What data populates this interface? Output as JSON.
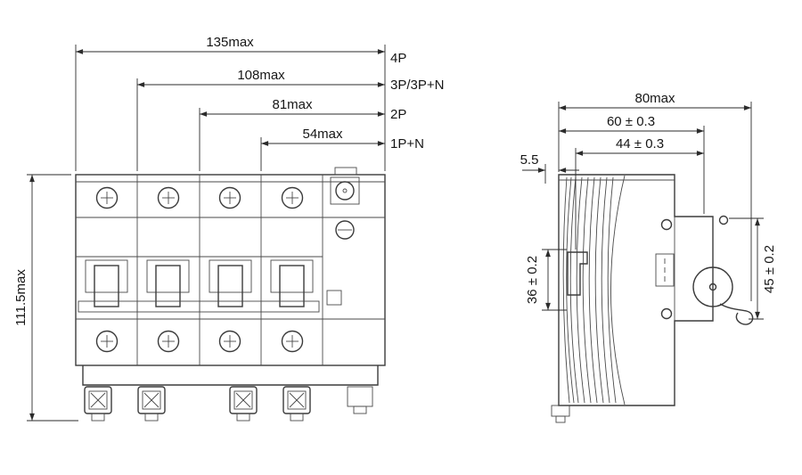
{
  "drawing": {
    "front": {
      "dims": [
        {
          "value": "135max",
          "pole": "4P"
        },
        {
          "value": "108max",
          "pole": "3P/3P+N"
        },
        {
          "value": "81max",
          "pole": "2P"
        },
        {
          "value": "54max",
          "pole": "1P+N"
        }
      ],
      "height": "111.5max"
    },
    "side": {
      "overall_width": "80max",
      "width_60": "60 ± 0.3",
      "width_44": "44 ± 0.3",
      "front_step": "5.5",
      "handle_height": "36 ± 0.2",
      "back_height": "45 ± 0.2"
    }
  }
}
